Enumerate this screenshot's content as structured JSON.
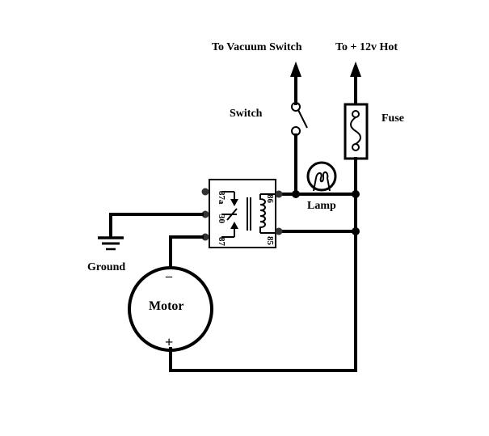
{
  "labels": {
    "vacuum_switch": "To Vacuum Switch",
    "hot": "To + 12v Hot",
    "switch": "Switch",
    "fuse": "Fuse",
    "lamp": "Lamp",
    "ground": "Ground",
    "motor": "Motor",
    "minus": "–",
    "plus": "+"
  },
  "relay_pins": {
    "p87a": "87a",
    "p30": "30",
    "p87": "87",
    "p86": "86",
    "p85": "85"
  }
}
